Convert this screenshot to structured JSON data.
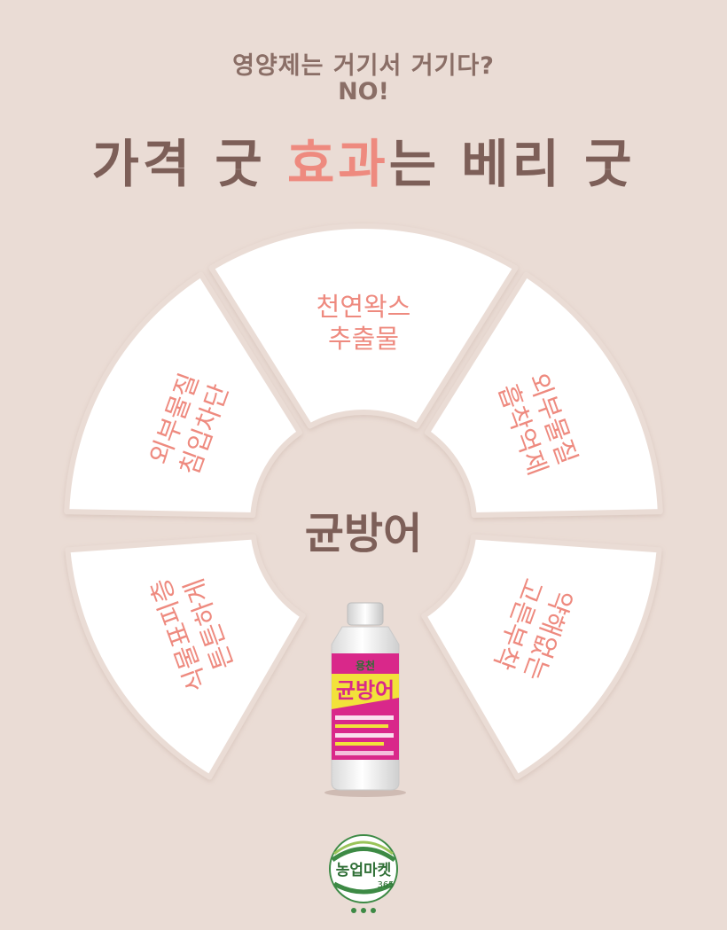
{
  "intro": {
    "line1": "영양제는 거기서 거기다?",
    "line2": "NO!"
  },
  "headline": {
    "part1": "가격 굿 ",
    "accent": "효과",
    "part2": "는 베리 굿"
  },
  "wheel": {
    "center_label": "균방어",
    "segments": [
      {
        "line1": "천연왁스",
        "line2": "추출물"
      },
      {
        "line1": "외부물질",
        "line2": "흡착억제"
      },
      {
        "line1": "약해없는",
        "line2": "고른부착"
      },
      {
        "line1": "식물표피층",
        "line2": "튼튼하게"
      },
      {
        "line1": "외부물질",
        "line2": "침입차단"
      }
    ]
  },
  "product": {
    "brand": "용천",
    "name": "균방어"
  },
  "logo": {
    "name": "농업마켓",
    "number": "365"
  },
  "colors": {
    "background": "#eadcd5",
    "accent": "#ee8a7f",
    "heading": "#7d5f58",
    "segment_fill": "#ffffff"
  }
}
